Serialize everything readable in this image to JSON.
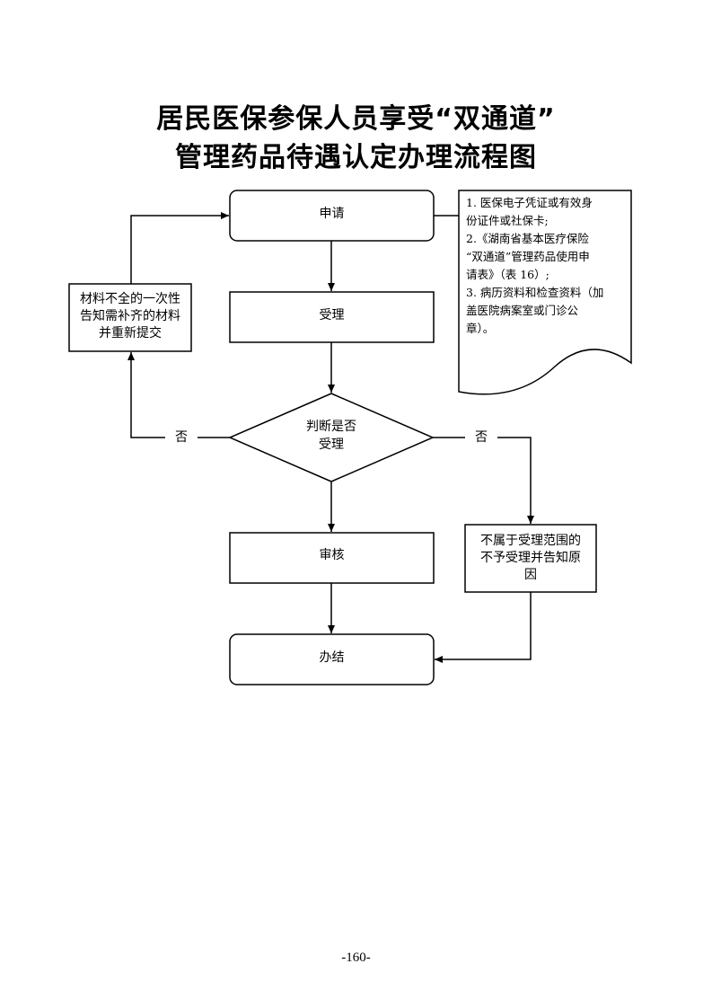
{
  "title": {
    "line1": "居民医保参保人员享受“双通道”",
    "line2": "管理药品待遇认定办理流程图"
  },
  "nodes": {
    "apply": "申请",
    "accept": "受理",
    "decision_line1": "判断是否",
    "decision_line2": "受理",
    "review": "审核",
    "complete": "办结",
    "supplement_line1": "材料不全的一次性",
    "supplement_line2": "告知需补齐的材料",
    "supplement_line3": "并重新提交",
    "reject_line1": "不属于受理范围的",
    "reject_line2": "不予受理并告知原",
    "reject_line3": "因"
  },
  "edges": {
    "no_left": "否",
    "no_right": "否"
  },
  "materials": {
    "lines": [
      "1. 医保电子凭证或有效身",
      "份证件或社保卡;",
      "2.《湖南省基本医疗保险",
      "“双通道”管理药品使用申",
      "请表》（表 16）;",
      "3. 病历资料和检查资料（加",
      "盖医院病案室或门诊公",
      "章）。"
    ]
  },
  "page_number": "-160-"
}
